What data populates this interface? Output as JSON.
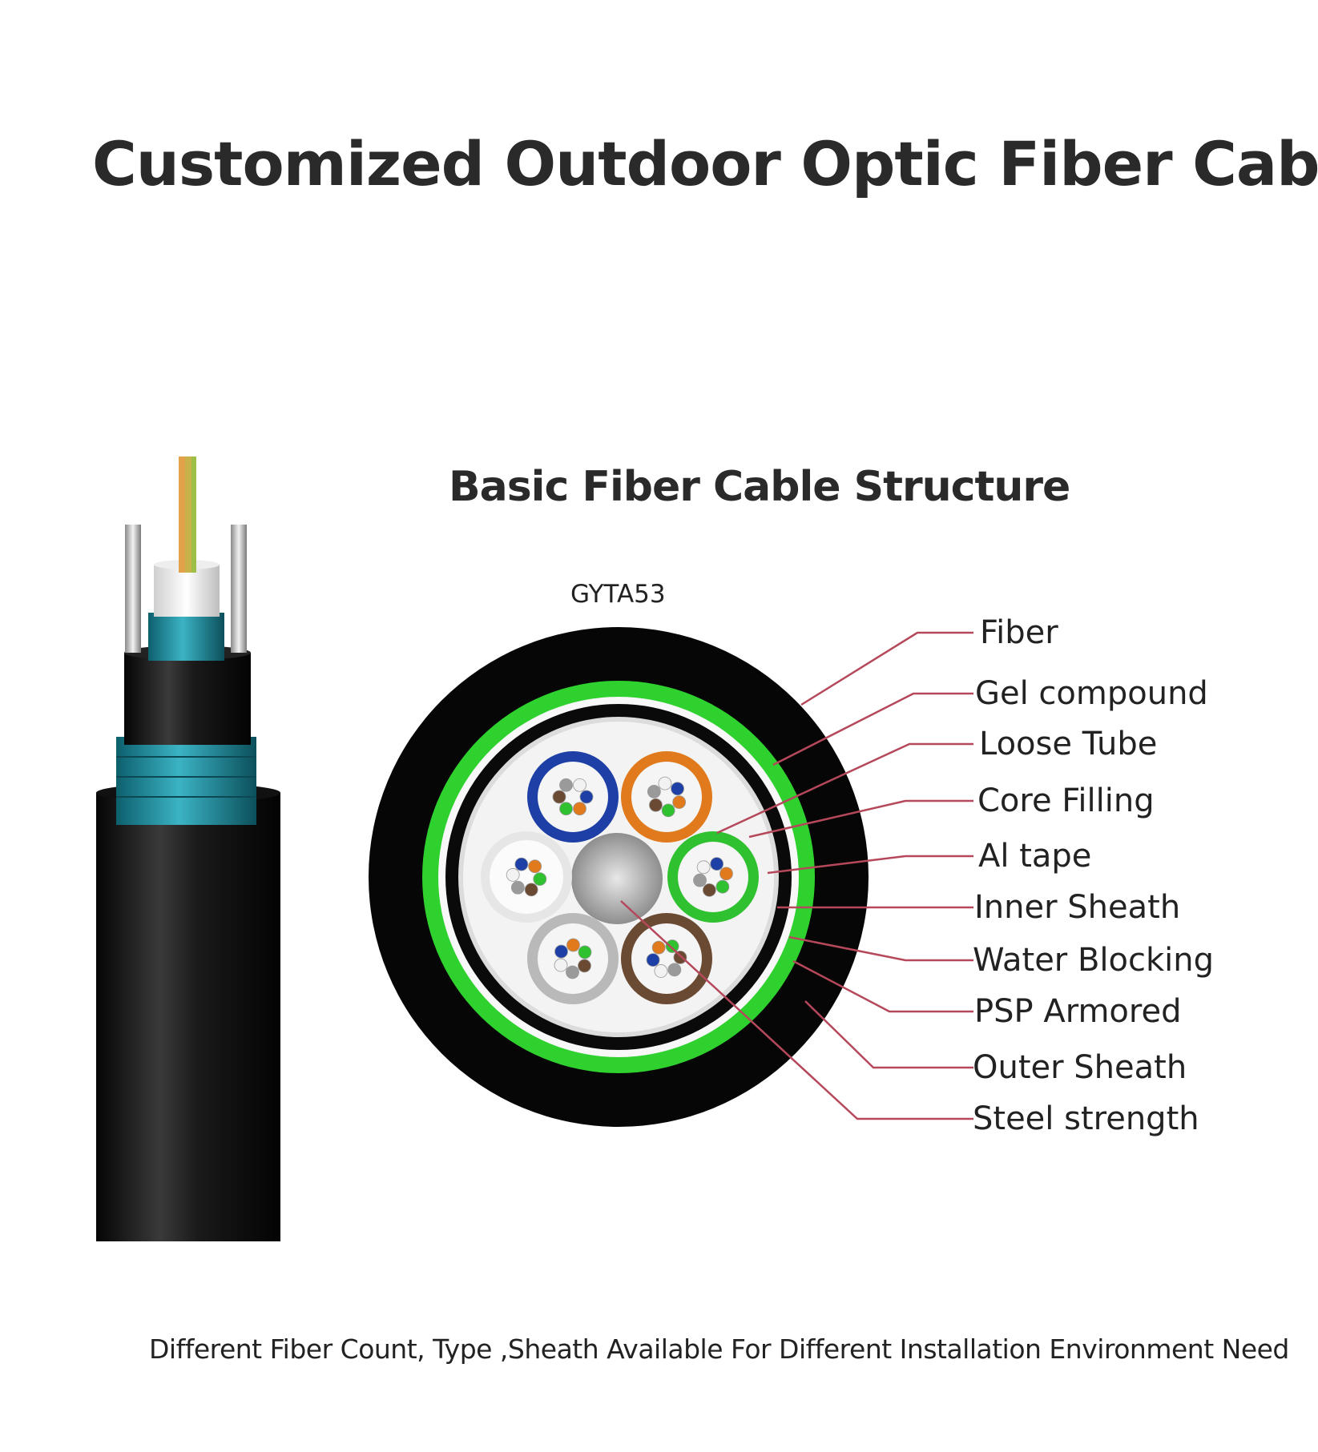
{
  "title": "Customized Outdoor Optic Fiber Cable",
  "diagram_title": "Basic Fiber Cable Structure",
  "model": "GYTA53",
  "footer": "Different Fiber Count, Type ,Sheath Available For Different Installation Environment Need",
  "layers": [
    {
      "label": "Fiber"
    },
    {
      "label": "Gel compound"
    },
    {
      "label": "Loose Tube"
    },
    {
      "label": "Core Filling"
    },
    {
      "label": "Al tape"
    },
    {
      "label": "Inner Sheath"
    },
    {
      "label": "Water Blocking"
    },
    {
      "label": "PSP Armored"
    },
    {
      "label": "Outer Sheath"
    },
    {
      "label": "Steel strength"
    }
  ],
  "colors": {
    "outer_sheath": "#0a0a0a",
    "green_layer": "#2fd12f",
    "leader_line": "#b5485a",
    "blue_tube": "#1d3fa6",
    "orange_tube": "#e07a1c",
    "green_tube": "#2fc12f",
    "white_tube": "#f4f4f4",
    "gray_tube": "#b9b9b9",
    "brown_tube": "#6b4a33",
    "teal_tape": "#1e8ea0"
  }
}
